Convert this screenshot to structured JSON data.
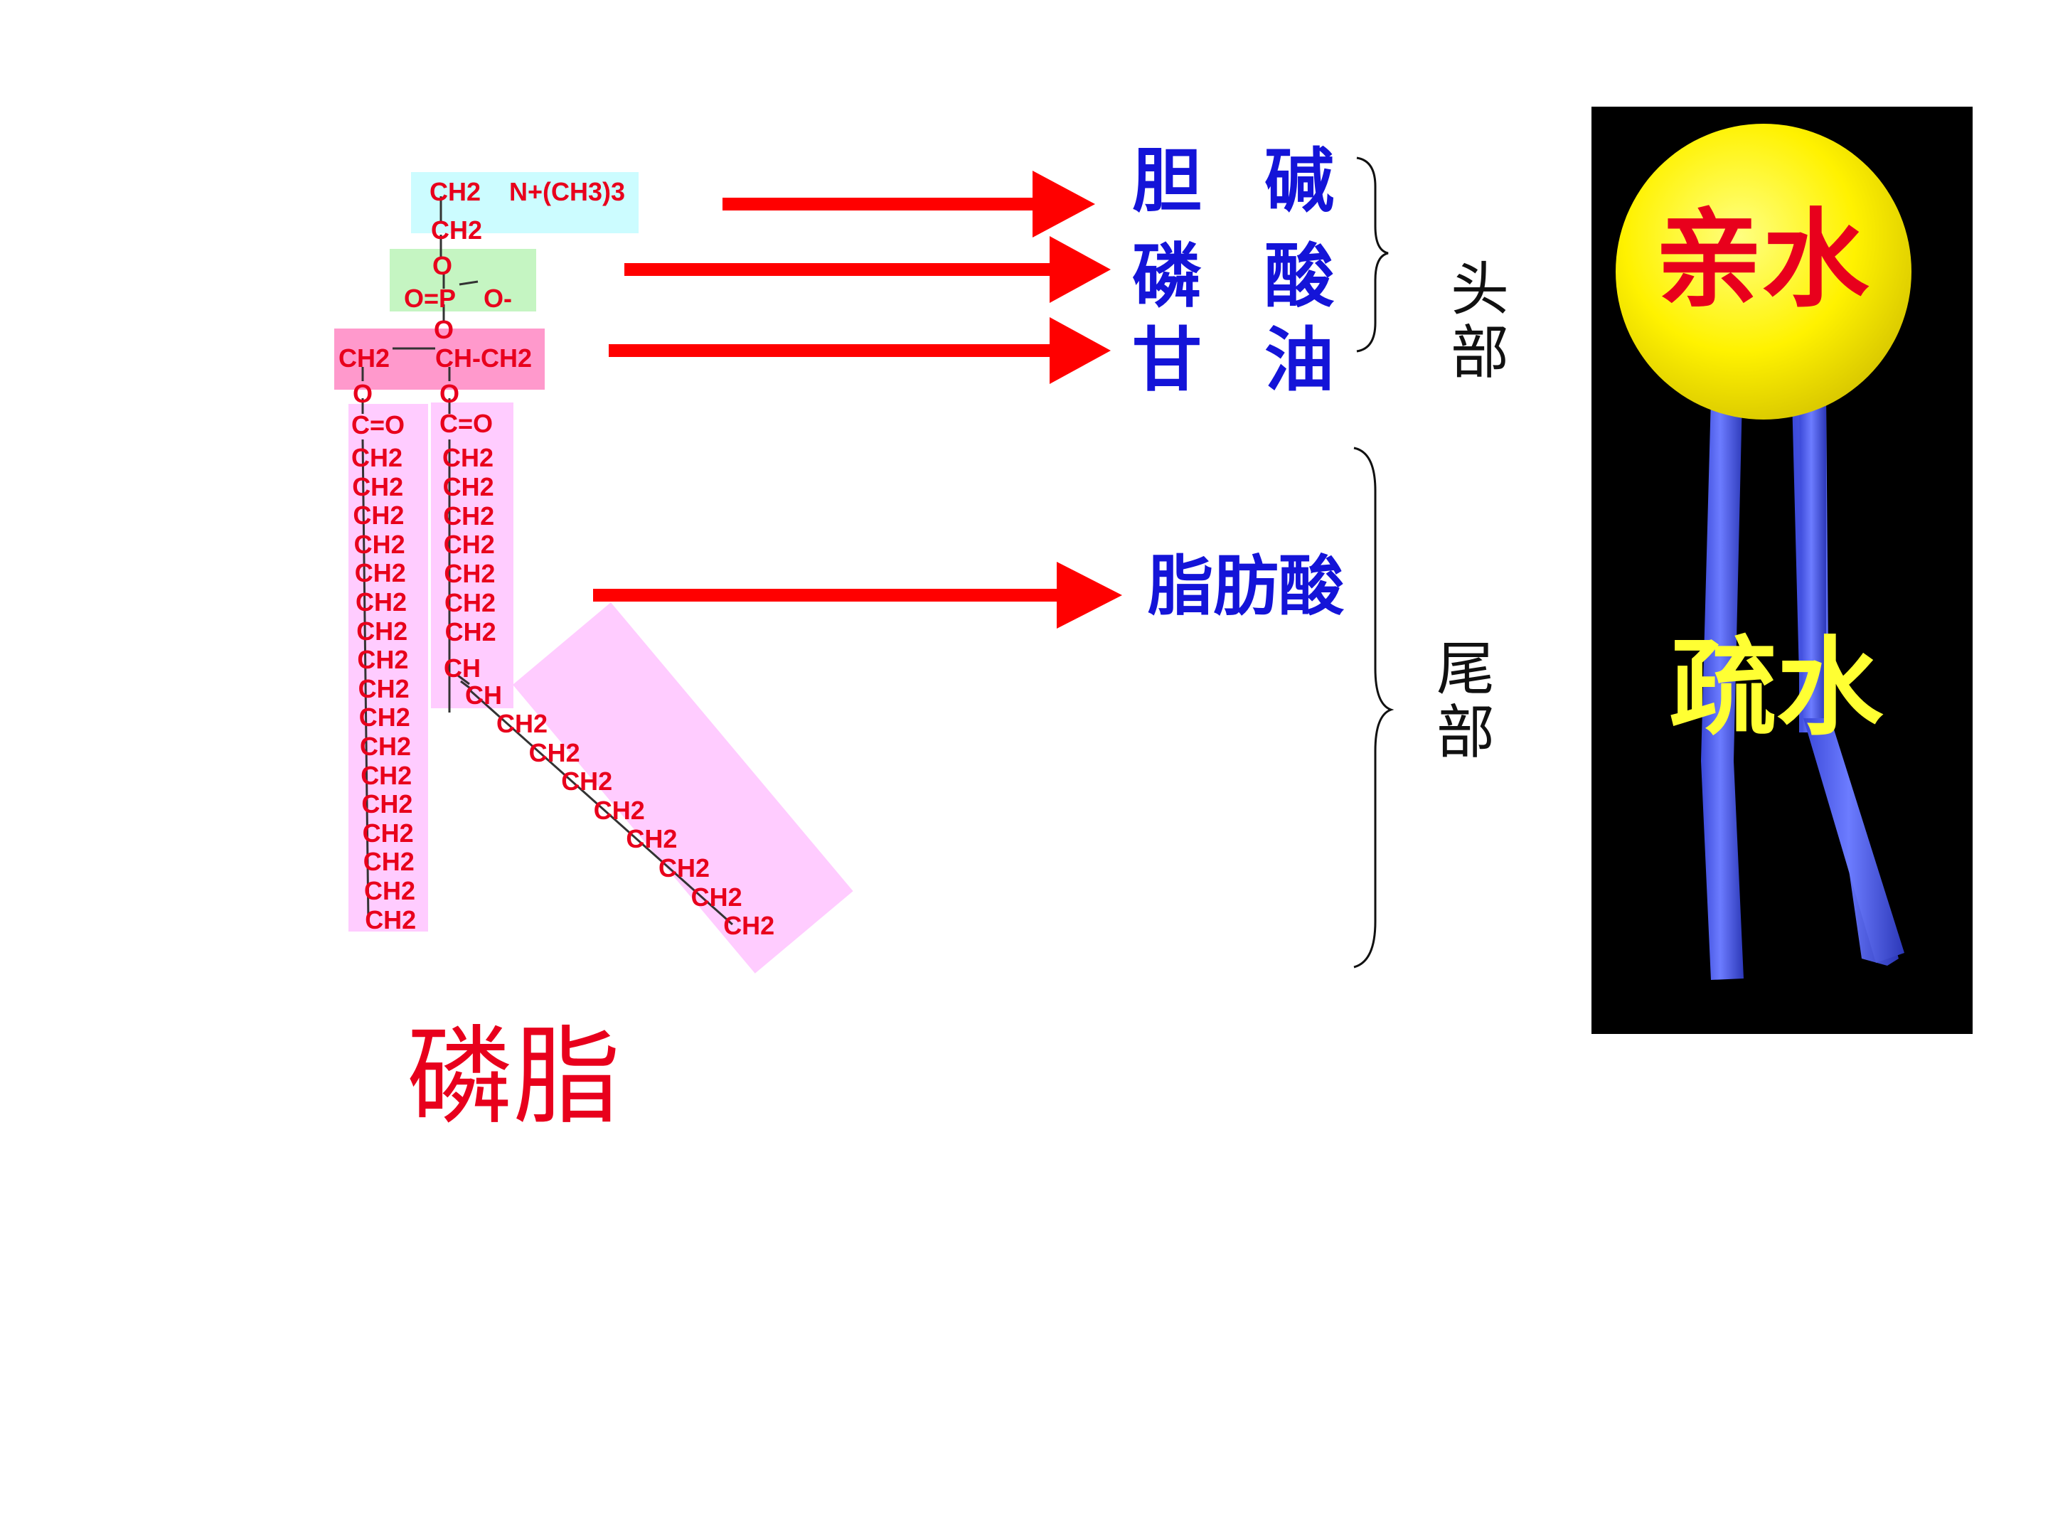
{
  "structure": {
    "head_groups": {
      "choline": [
        "CH2",
        "N+(CH3)3",
        "CH2",
        "O"
      ],
      "phosphate": [
        "O=P",
        "O-",
        "O"
      ],
      "glycerol": [
        "CH2",
        "CH-CH2",
        "O",
        "O"
      ]
    },
    "left_chain": {
      "carbonyl": "C=O",
      "units": [
        "CH2",
        "CH2",
        "CH2",
        "CH2",
        "CH2",
        "CH2",
        "CH2",
        "CH2",
        "CH2",
        "CH2",
        "CH2",
        "CH2",
        "CH2",
        "CH2",
        "CH2",
        "CH2",
        "CH2"
      ]
    },
    "right_chain": {
      "carbonyl": "C=O",
      "units": [
        "CH2",
        "CH2",
        "CH2",
        "CH2",
        "CH2",
        "CH2",
        "CH2"
      ],
      "double_bond": [
        "CH",
        "CH"
      ],
      "branch_units": [
        "CH2",
        "CH2",
        "CH2",
        "CH2",
        "CH2",
        "CH2",
        "CH2",
        "CH2"
      ]
    },
    "title": "磷脂"
  },
  "components": {
    "choline": "胆碱",
    "phosphate": "磷酸",
    "glycerol": "甘油",
    "fatty_acid": "脂肪酸"
  },
  "regions": {
    "head": "头部",
    "tail": "尾部"
  },
  "model": {
    "hydrophilic": "亲水",
    "hydrophobic": "疏水"
  },
  "colors": {
    "formula_red": "#e8001c",
    "component_blue": "#1414d8",
    "choline_box": "#ccfcff",
    "phosphate_box": "#c5f5c2",
    "glycerol_box": "#ff99cc",
    "chain_box": "#ffccff",
    "arrow_red": "#ff0000",
    "head_yellow": "#fff200",
    "tail_blue": "#4f60f0",
    "model_bg": "#000000"
  }
}
